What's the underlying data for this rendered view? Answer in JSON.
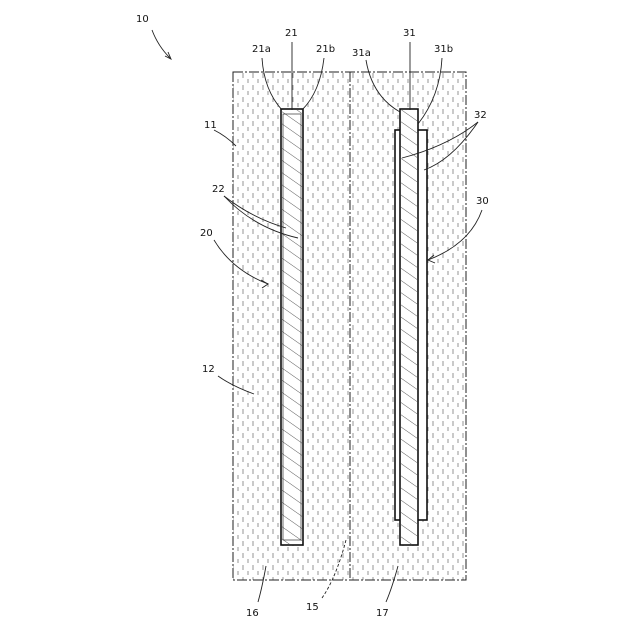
{
  "labels": {
    "device": "10",
    "housing": "11",
    "filler": "12",
    "boundary": "15",
    "region_left": "16",
    "region_right": "17",
    "element_a": "20",
    "element_a_core": "21",
    "element_a_side_a": "21a",
    "element_a_side_b": "21b",
    "element_a_layer": "22",
    "element_b": "30",
    "element_b_core": "31",
    "element_b_side_a": "31a",
    "element_b_side_b": "31b",
    "element_b_layer": "32"
  },
  "colors": {
    "line": "#111111",
    "background": "#ffffff"
  }
}
